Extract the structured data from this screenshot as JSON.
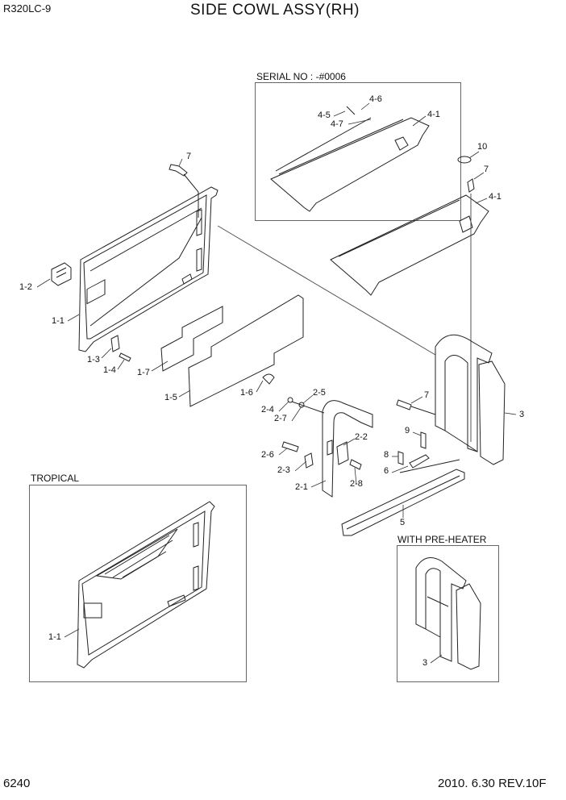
{
  "header": {
    "model": "R320LC-9",
    "title": "SIDE COWL ASSY(RH)"
  },
  "footer": {
    "page_number": "6240",
    "revision": "2010. 6.30  REV.10F"
  },
  "boxes": {
    "serial": "SERIAL NO : -#0006",
    "tropical": "TROPICAL",
    "preheater": "WITH PRE-HEATER"
  },
  "parts": {
    "p7a": "7",
    "p1_2": "1-2",
    "p1_1": "1-1",
    "p1_3": "1-3",
    "p1_4": "1-4",
    "p1_7": "1-7",
    "p1_5": "1-5",
    "p1_6": "1-6",
    "p4_6": "4-6",
    "p4_5": "4-5",
    "p4_7": "4-7",
    "p4_1a": "4-1",
    "p10": "10",
    "p7b": "7",
    "p4_1b": "4-1",
    "p7c": "7",
    "p3a": "3",
    "p2_4": "2-4",
    "p2_5": "2-5",
    "p2_7": "2-7",
    "p2_2": "2-2",
    "p2_6": "2-6",
    "p2_3": "2-3",
    "p2_1": "2-1",
    "p2_8": "2-8",
    "p9": "9",
    "p8": "8",
    "p6": "6",
    "p5": "5",
    "p1_1t": "1-1",
    "p3b": "3"
  }
}
